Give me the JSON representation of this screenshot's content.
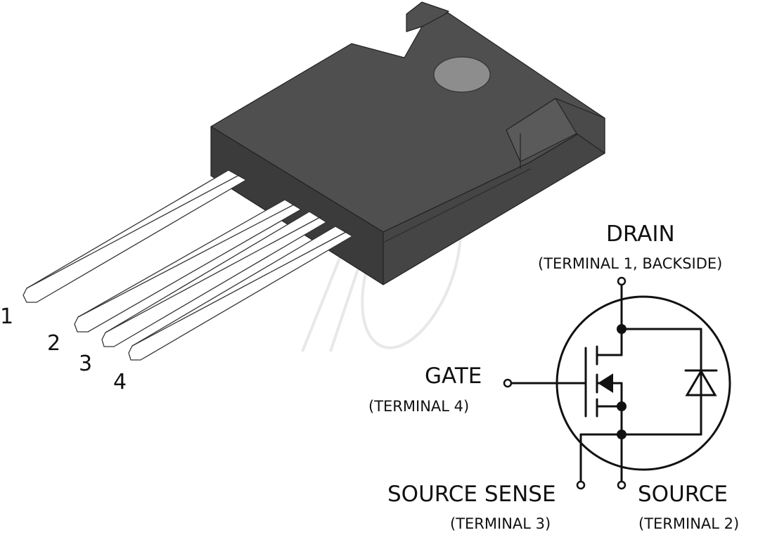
{
  "pin_numbers": [
    "1",
    "2",
    "3",
    "4"
  ],
  "terminals": {
    "drain": {
      "name": "DRAIN",
      "detail": "(TERMINAL 1, BACKSIDE)"
    },
    "gate": {
      "name": "GATE",
      "detail": "(TERMINAL 4)"
    },
    "source_sense": {
      "name": "SOURCE SENSE",
      "detail": "(TERMINAL 3)"
    },
    "source": {
      "name": "SOURCE",
      "detail": "(TERMINAL 2)"
    }
  },
  "colors": {
    "package_top": "#4f4f4f",
    "package_front": "#3a3a3a",
    "package_side": "#464646",
    "mounting_hole": "#8d8d8d",
    "lead_fill": "#ffffff",
    "line": "#111111",
    "watermark": "#e9e9e9"
  },
  "icons": {
    "package": "to-247-4-package-icon",
    "symbol": "mosfet-with-body-diode-symbol"
  }
}
